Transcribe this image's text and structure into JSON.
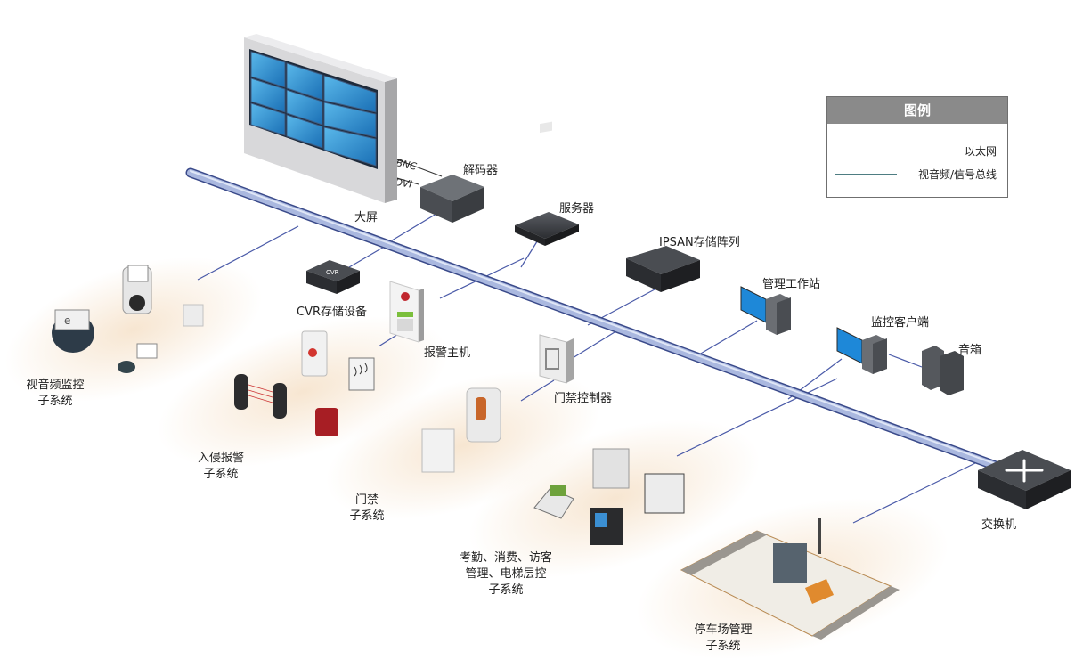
{
  "title": "安防系统网络拓扑图",
  "colors": {
    "ethernet": "#4a5aa8",
    "av_signal": "#4e7d82",
    "backbone": "#aab8df",
    "backbone_edge": "#3a4a8a",
    "glow": "#f6e3cc",
    "legend_header": "#8a8a8a"
  },
  "legend": {
    "title": "图例",
    "items": [
      {
        "label": "以太网",
        "line": "ethernet"
      },
      {
        "label": "视音频/信号总线",
        "line": "av_signal"
      }
    ]
  },
  "devices": {
    "big_screen": "大屏",
    "decoder": "解码器",
    "bnc": "BNC",
    "dvi": "DVI",
    "server": "服务器",
    "ipsan": "IPSAN存储阵列",
    "workstation": "管理工作站",
    "client": "监控客户端",
    "speaker": "音箱",
    "switch": "交换机",
    "cvr": "CVR存储设备",
    "cvr_badge": "CVR",
    "alarm_host": "报警主机",
    "door_controller": "门禁控制器"
  },
  "subsystems": [
    {
      "id": "video",
      "label": "视音频监控\n子系统"
    },
    {
      "id": "intrusion",
      "label": "入侵报警\n子系统"
    },
    {
      "id": "access",
      "label": "门禁\n子系统"
    },
    {
      "id": "attendance",
      "label": "考勤、消费、访客\n管理、电梯层控\n子系统"
    },
    {
      "id": "parking",
      "label": "停车场管理\n子系统"
    }
  ]
}
